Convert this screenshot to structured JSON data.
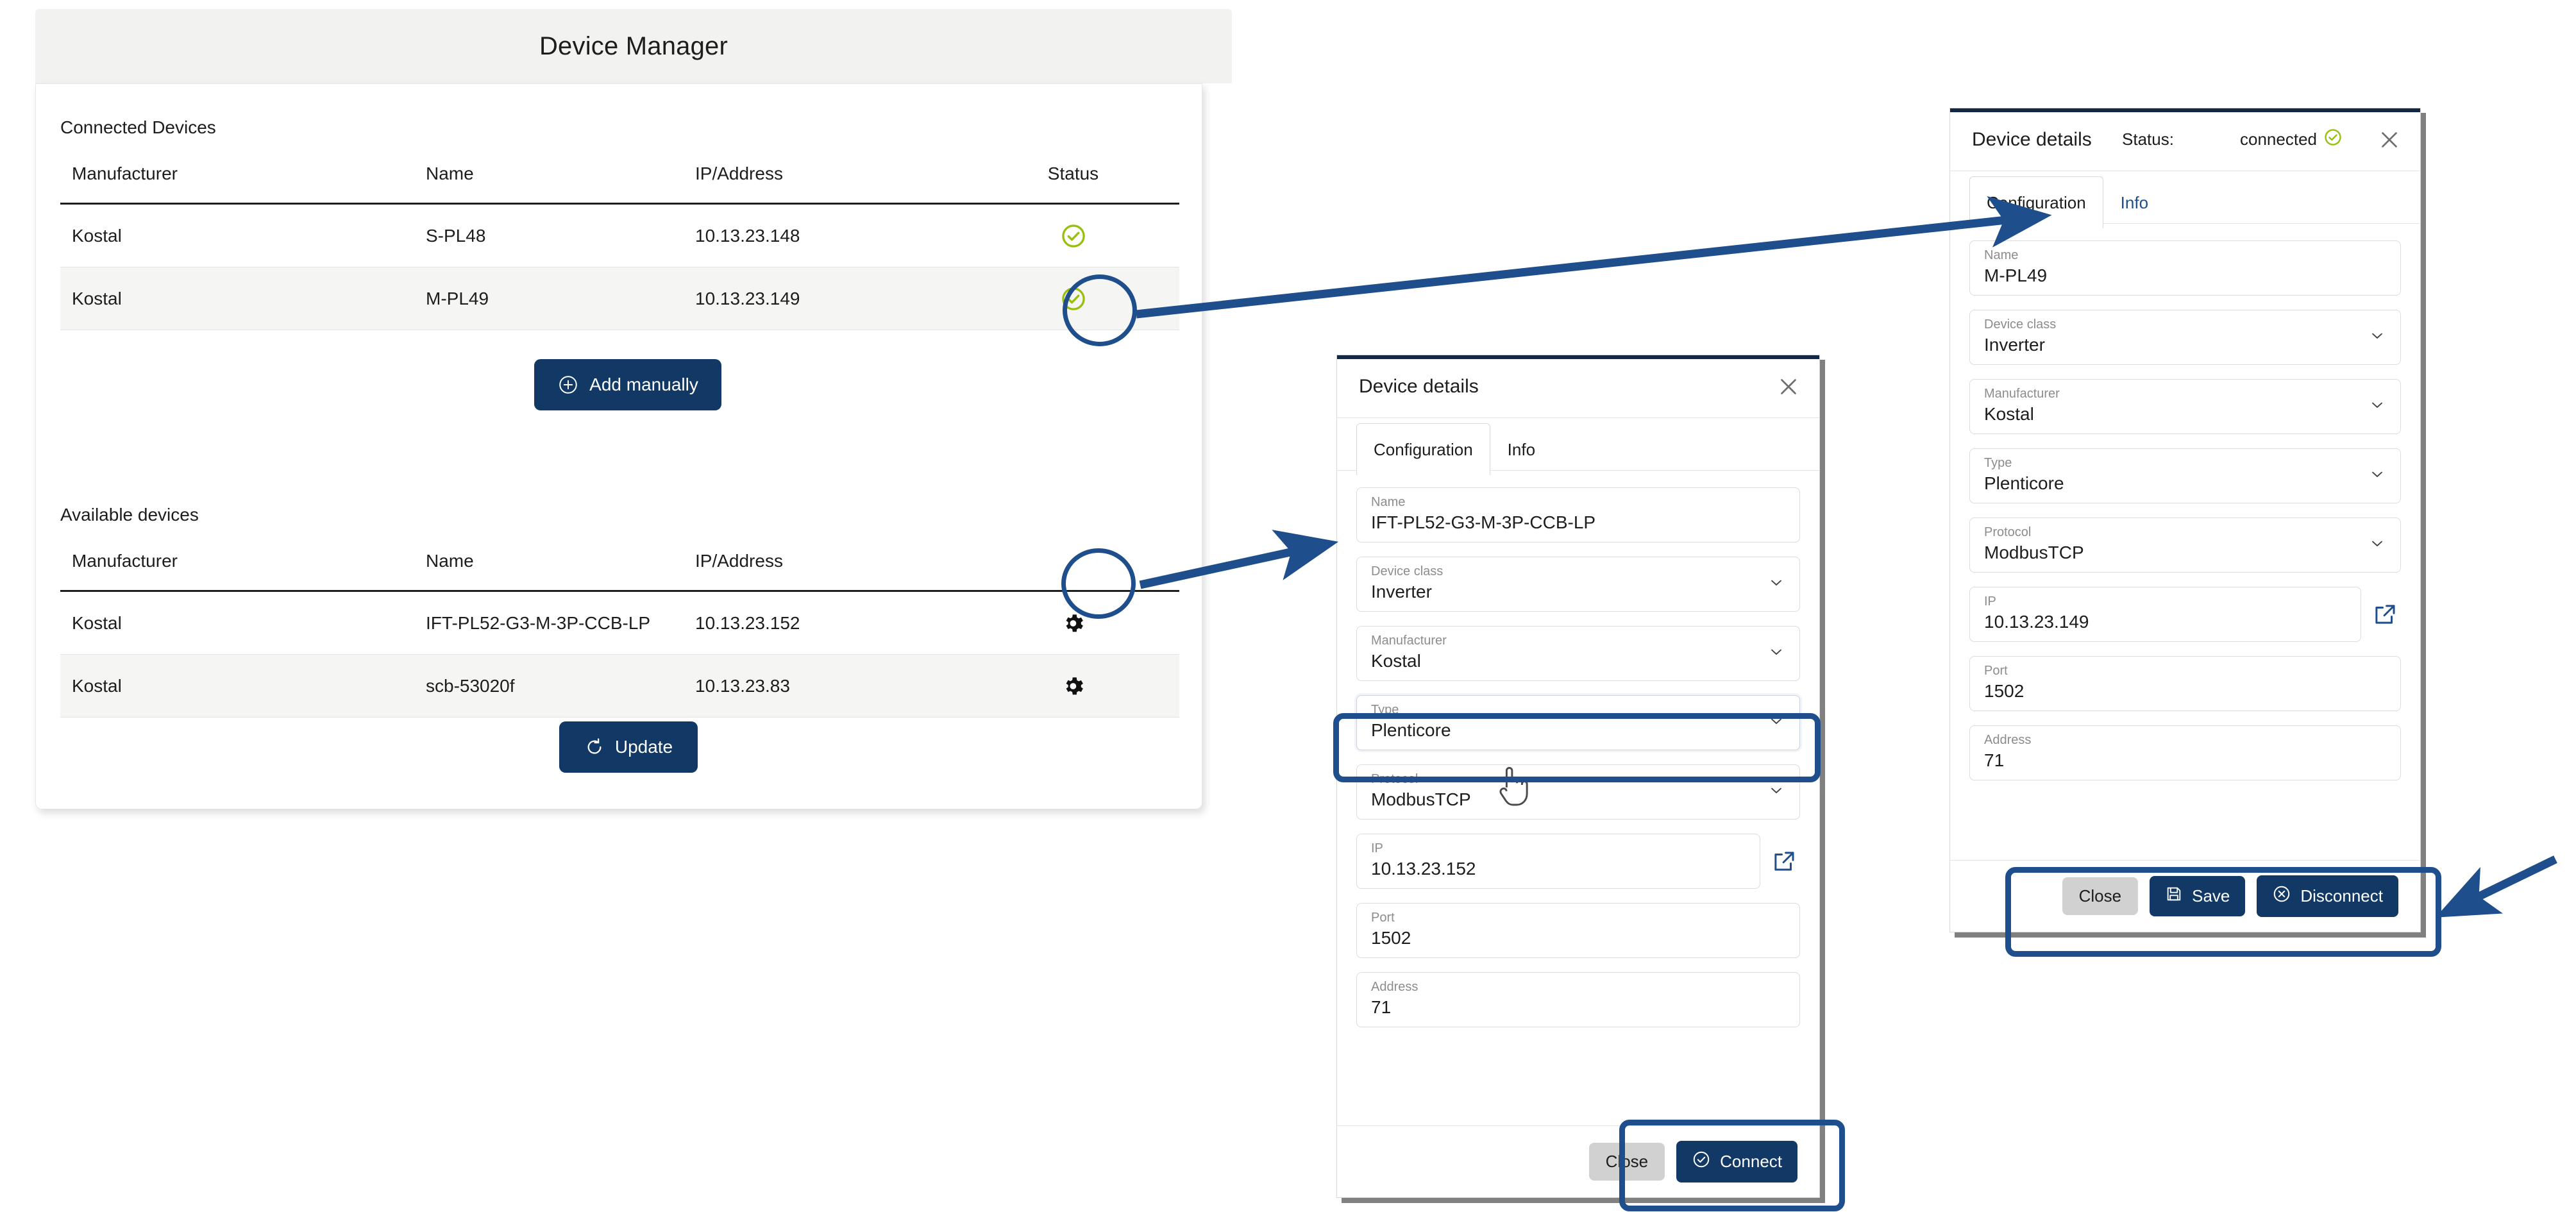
{
  "app": {
    "title": "Device Manager"
  },
  "connected_section": {
    "label": "Connected Devices",
    "columns": [
      "Manufacturer",
      "Name",
      "IP/Address",
      "Status"
    ],
    "rows": [
      {
        "manufacturer": "Kostal",
        "name": "S-PL48",
        "ip": "10.13.23.148",
        "status_icon": "check-circle-green"
      },
      {
        "manufacturer": "Kostal",
        "name": "M-PL49",
        "ip": "10.13.23.149",
        "status_icon": "check-circle-green"
      }
    ],
    "add_button": {
      "label": "Add manually",
      "icon": "plus-circle-icon"
    }
  },
  "available_section": {
    "label": "Available devices",
    "columns": [
      "Manufacturer",
      "Name",
      "IP/Address"
    ],
    "rows": [
      {
        "manufacturer": "Kostal",
        "name": "IFT-PL52-G3-M-3P-CCB-LP",
        "ip": "10.13.23.152",
        "action_icon": "gear-icon"
      },
      {
        "manufacturer": "Kostal",
        "name": "scb-53020f",
        "ip": "10.13.23.83",
        "action_icon": "gear-icon"
      }
    ],
    "update_button": {
      "label": "Update",
      "icon": "refresh-icon"
    }
  },
  "dialog_available": {
    "title": "Device details",
    "close_icon": "close-icon",
    "tabs": [
      {
        "label": "Configuration",
        "active": true
      },
      {
        "label": "Info",
        "active": false
      }
    ],
    "fields": [
      {
        "label": "Name",
        "value": "IFT-PL52-G3-M-3P-CCB-LP",
        "type": "text"
      },
      {
        "label": "Device class",
        "value": "Inverter",
        "type": "select"
      },
      {
        "label": "Manufacturer",
        "value": "Kostal",
        "type": "select"
      },
      {
        "label": "Type",
        "value": "Plenticore",
        "type": "select",
        "focused": true
      },
      {
        "label": "Protocol",
        "value": "ModbusTCP",
        "type": "select"
      },
      {
        "label": "IP",
        "value": "10.13.23.152",
        "type": "text",
        "external_link": true
      },
      {
        "label": "Port",
        "value": "1502",
        "type": "text"
      },
      {
        "label": "Address",
        "value": "71",
        "type": "text"
      }
    ],
    "footer": {
      "close_label": "Close",
      "primary_label": "Connect",
      "primary_icon": "check-circle-icon"
    }
  },
  "dialog_connected": {
    "title": "Device details",
    "status_label": "Status:",
    "status_value": "connected",
    "status_icon": "check-circle-green",
    "close_icon": "close-icon",
    "tabs": [
      {
        "label": "Configuration",
        "active": true
      },
      {
        "label": "Info",
        "active": false
      }
    ],
    "fields": [
      {
        "label": "Name",
        "value": "M-PL49",
        "type": "text"
      },
      {
        "label": "Device class",
        "value": "Inverter",
        "type": "select"
      },
      {
        "label": "Manufacturer",
        "value": "Kostal",
        "type": "select"
      },
      {
        "label": "Type",
        "value": "Plenticore",
        "type": "select"
      },
      {
        "label": "Protocol",
        "value": "ModbusTCP",
        "type": "select"
      },
      {
        "label": "IP",
        "value": "10.13.23.149",
        "type": "text",
        "external_link": true
      },
      {
        "label": "Port",
        "value": "1502",
        "type": "text"
      },
      {
        "label": "Address",
        "value": "71",
        "type": "text"
      }
    ],
    "footer": {
      "close_label": "Close",
      "save_label": "Save",
      "save_icon": "floppy-disk-icon",
      "disconnect_label": "Disconnect",
      "disconnect_icon": "x-circle-icon"
    }
  },
  "annotations": {
    "accent_color": "#1f4e8c",
    "highlight_connected_status": true,
    "highlight_available_gear": true,
    "highlight_type_field": true,
    "highlight_connect_footer": true,
    "highlight_disconnect_footer": true
  },
  "colors": {
    "brand_dark_blue": "#123865",
    "annotation_blue": "#1f4e8c",
    "status_green": "#97bf0d",
    "header_grey": "#f2f2f0",
    "row_alt_grey": "#f5f5f3"
  }
}
